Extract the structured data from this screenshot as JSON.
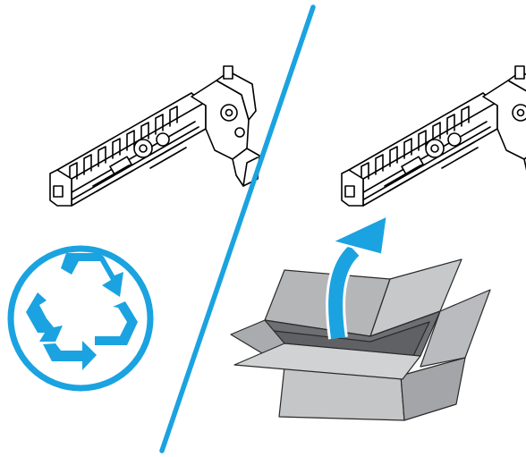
{
  "illustration": {
    "left_panel": {
      "part": "fuser-assembly",
      "symbol": "recycle-icon"
    },
    "right_panel": {
      "part": "fuser-assembly",
      "action": "remove-from-box-arrow",
      "container": "shipping-box"
    },
    "divider": "diagonal-line"
  },
  "colors": {
    "accent": "#1aa3e0",
    "line": "#000000",
    "box_light": "#c4c6c8",
    "box_mid": "#a9abae",
    "box_dark": "#77797c"
  }
}
